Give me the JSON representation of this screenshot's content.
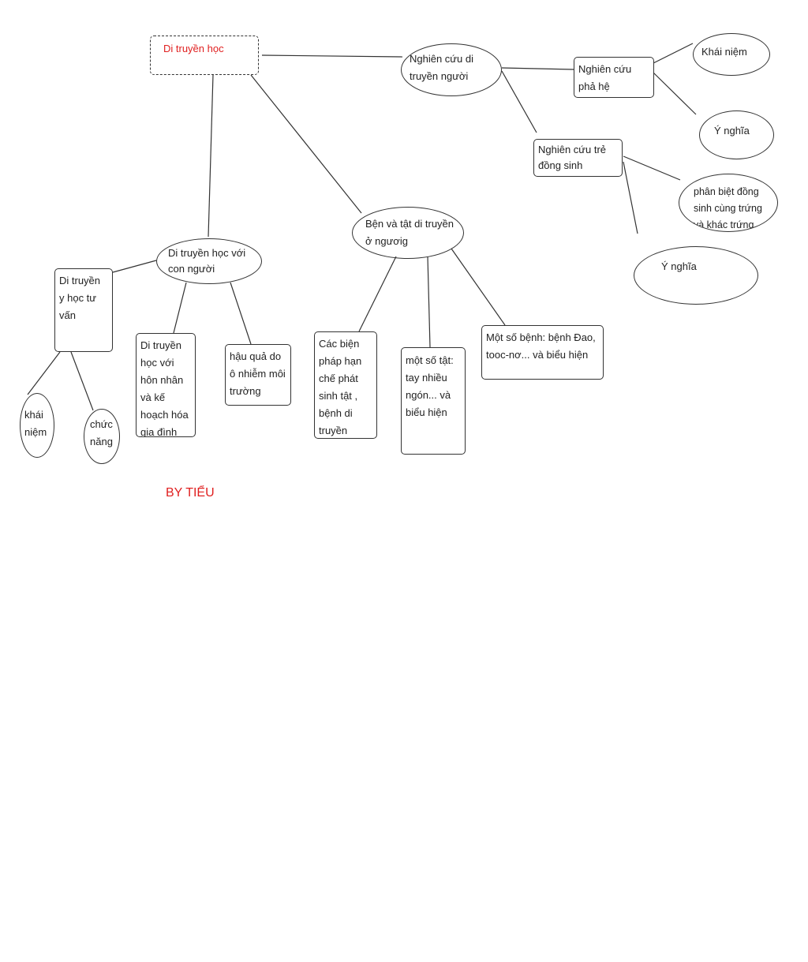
{
  "diagram": {
    "root": "Di truyền học",
    "branch_research": "Nghiên cứu di truyền người",
    "pedigree": "Nghiên cứu phả hệ",
    "pedigree_concept": "Khái niệm",
    "pedigree_meaning": "Ý nghĩa",
    "twins": "Nghiên cứu trẻ đồng sinh",
    "twins_distinguish": "phân biệt đồng sinh cùng trứng và khác trứng",
    "twins_meaning": "Ý nghĩa",
    "branch_disease": "Bện và tật di truyền ở ngươig",
    "measures": "Các biện pháp hạn chế phát sinh tật , bệnh di truyền",
    "defects": "một số tật: tay nhiều ngón... và biểu hiện",
    "diseases": "Một số bệnh: bệnh Đao, tooc-nơ... và biểu hiện",
    "branch_human": "Di truyền học với con người",
    "counseling": "Di truyền y học tư vấn",
    "counseling_concept": "khái niệm",
    "counseling_function": "chức năng",
    "marriage": "Di truyền học với hôn nhân và kế hoạch hóa gia đình",
    "pollution": "hậu quả do ô nhiễm môi trường"
  },
  "signature": "BY TIỂU",
  "colors": {
    "accent": "#e02020",
    "line": "#333333"
  }
}
